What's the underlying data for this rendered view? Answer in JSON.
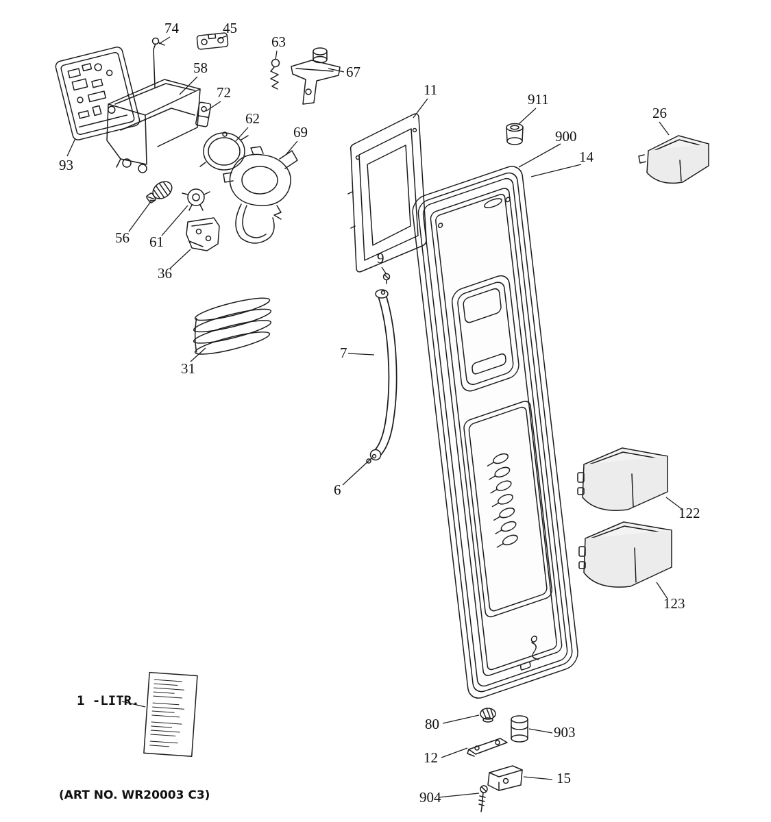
{
  "labels": {
    "p74": "74",
    "p45": "45",
    "p63": "63",
    "p67": "67",
    "p58": "58",
    "p72": "72",
    "p62": "62",
    "p69": "69",
    "p93": "93",
    "p56": "56",
    "p61": "61",
    "p36": "36",
    "p31": "31",
    "p11": "11",
    "p9": "9",
    "p7": "7",
    "p6": "6",
    "p911": "911",
    "p900": "900",
    "p14": "14",
    "p26": "26",
    "p122": "122",
    "p123": "123",
    "p80": "80",
    "p903": "903",
    "p12": "12",
    "p15": "15",
    "p904": "904",
    "litr": "1 -LITR."
  },
  "footer": {
    "art_no": "(ART NO. WR20003 C3)"
  },
  "colors": {
    "line": "#1c1c1c",
    "shade": "#ececec",
    "background": "#ffffff"
  }
}
